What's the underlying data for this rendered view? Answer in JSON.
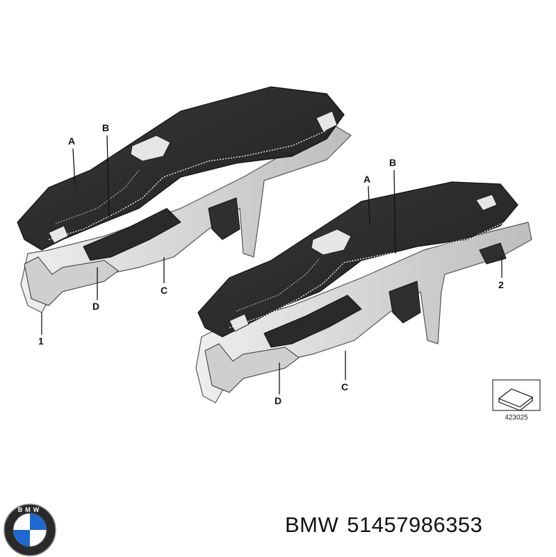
{
  "diagram": {
    "left_assembly": {
      "callouts": {
        "a": "A",
        "b": "B",
        "c": "C",
        "d": "D",
        "part": "1"
      }
    },
    "right_assembly": {
      "callouts": {
        "a": "A",
        "b": "B",
        "c": "C",
        "d": "D",
        "part": "2"
      }
    },
    "reference_number": "423025"
  },
  "footer": {
    "brand": "BMW",
    "part_number": "51457986353",
    "logo_lettering": "BMW"
  },
  "colors": {
    "dash_dark": "#2b2b2b",
    "frame_light": "#d9d9d9",
    "stitching": "#f2f2f2",
    "logo_blue": "#1c69d4"
  }
}
